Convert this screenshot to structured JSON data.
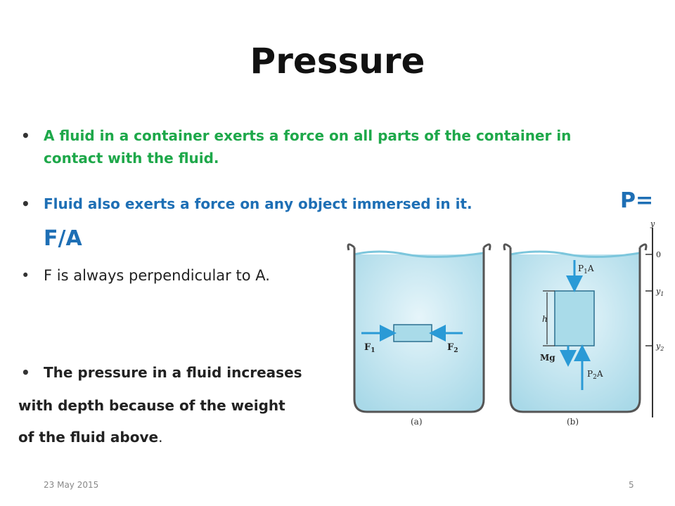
{
  "slide": {
    "title": "Pressure",
    "bullets": [
      {
        "line1": "A fluid in a container exerts a force on all parts of the container in",
        "line2": "contact with the fluid."
      },
      {
        "text": "Fluid also exerts a force on any object immersed in it."
      },
      {
        "text": "F is always perpendicular to A."
      },
      {
        "text": "The pressure in a fluid increases"
      }
    ],
    "formula_p": "P=",
    "formula_fa": "F/A",
    "continuation_1": "with depth because of the weight",
    "continuation_2a": "of the fluid above",
    "continuation_2b": ".",
    "bullet_glyph": "•"
  },
  "footer": {
    "date": "23 May 2015",
    "page": "5"
  },
  "figure": {
    "a_label": "(a)",
    "b_label": "(b)",
    "f1": "F",
    "f1_sub": "1",
    "f2": "F",
    "f2_sub": "2",
    "p1a": "P",
    "p1a_sub": "1",
    "p1a_suffix": "A",
    "p2a": "P",
    "p2a_sub": "2",
    "p2a_suffix": "A",
    "mg": "Mg",
    "h": "h",
    "y_axis": "y",
    "y0": "0",
    "y1": "y",
    "y1_sub": "1",
    "y2": "y",
    "y2_sub": "2",
    "colors": {
      "fluid": "#c2e4ee",
      "arrow": "#2a9ad6",
      "block": "#a9dbe9"
    }
  }
}
